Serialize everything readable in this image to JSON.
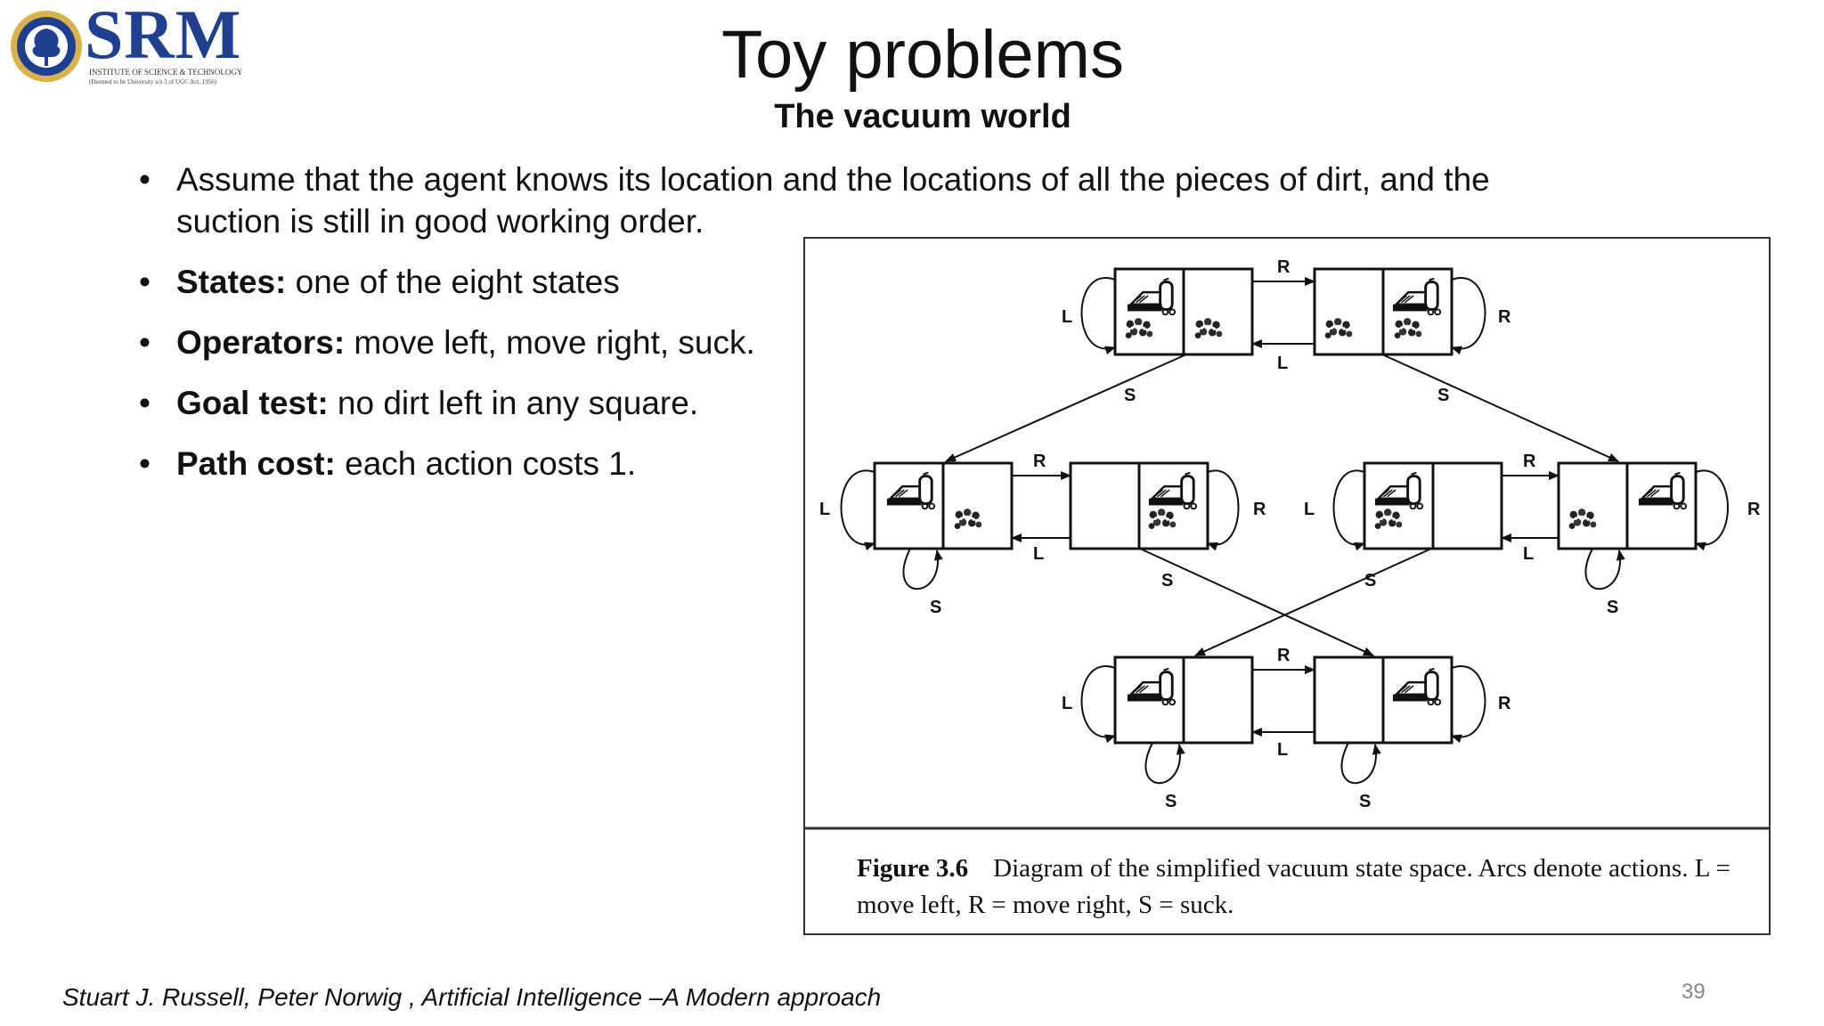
{
  "logo": {
    "name": "SRM",
    "subtitle_line1": "INSTITUTE OF SCIENCE & TECHNOLOGY",
    "subtitle_line2": "(Deemed to be University u/s 3 of UGC Act, 1956)"
  },
  "slide": {
    "title": "Toy problems",
    "subtitle": "The vacuum world",
    "bullets": [
      {
        "bold": "",
        "text": "Assume that the agent knows its location and the locations of all the pieces of dirt, and the suction is still in good working order."
      },
      {
        "bold": "States:",
        "text": " one of the eight states"
      },
      {
        "bold": "Operators:",
        "text": " move left, move right, suck."
      },
      {
        "bold": "Goal test:",
        "text": " no dirt left in any square."
      },
      {
        "bold": "Path cost:",
        "text": " each action costs 1."
      }
    ],
    "footer": "Stuart J. Russell, Peter Norwig , Artificial Intelligence –A Modern approach",
    "page_number": "39"
  },
  "figure": {
    "caption_label": "Figure 3.6",
    "caption_text": "Diagram of the simplified vacuum state space. Arcs denote actions. L = move left, R = move right, S = suck.",
    "action_labels": {
      "left": "L",
      "right": "R",
      "suck": "S"
    }
  }
}
